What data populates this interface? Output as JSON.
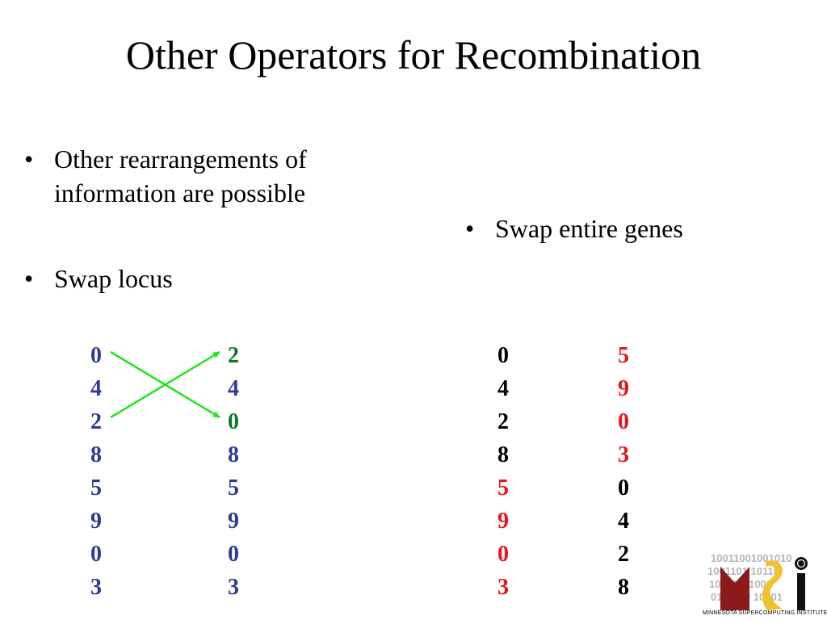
{
  "title": "Other Operators for Recombination",
  "bullets": {
    "symbol": "•",
    "rearrangements_line1": "Other rearrangements of",
    "rearrangements_line2": "information are possible",
    "swap_locus": "Swap locus",
    "swap_genes": "Swap entire genes"
  },
  "swap_locus": {
    "before": [
      "0",
      "4",
      "2",
      "8",
      "5",
      "9",
      "0",
      "3"
    ],
    "after": [
      "2",
      "4",
      "0",
      "8",
      "5",
      "9",
      "0",
      "3"
    ],
    "arrow_color": "#1fe61f"
  },
  "swap_genes": {
    "before": [
      "0",
      "4",
      "2",
      "8",
      "5",
      "9",
      "0",
      "3"
    ],
    "after": [
      "5",
      "9",
      "0",
      "3",
      "0",
      "4",
      "2",
      "8"
    ]
  },
  "colors": {
    "blue": "#2c3a96",
    "green": "#0b7a1f",
    "red": "#e8141a",
    "logo_maroon": "#8b1a1a",
    "logo_gold": "#f2c12e"
  },
  "logo": {
    "icon": "msi-logo-icon",
    "caption": "MINNESOTA SUPERCOMPUTING INSTITUTE",
    "binary_rows": [
      "10011001001010",
      "1001101 10110",
      "10011011001",
      "0101110 10001"
    ]
  }
}
